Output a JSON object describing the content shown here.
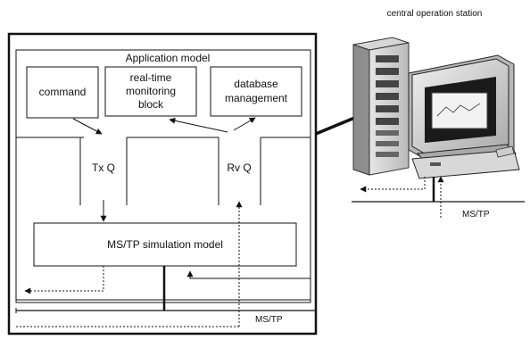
{
  "diagram": {
    "central_station": {
      "title": "central operation station",
      "bus_label": "MS/TP"
    },
    "application_model": {
      "title": "Application model",
      "blocks": {
        "command": "command",
        "monitoring": [
          "real-time",
          "monitoring",
          "block"
        ],
        "database": [
          "database",
          "management"
        ]
      },
      "tx_queue": "Tx Q",
      "rv_queue": "Rv Q",
      "simulation_model": "MS/TP simulation model",
      "bus_label": "MS/TP"
    }
  }
}
